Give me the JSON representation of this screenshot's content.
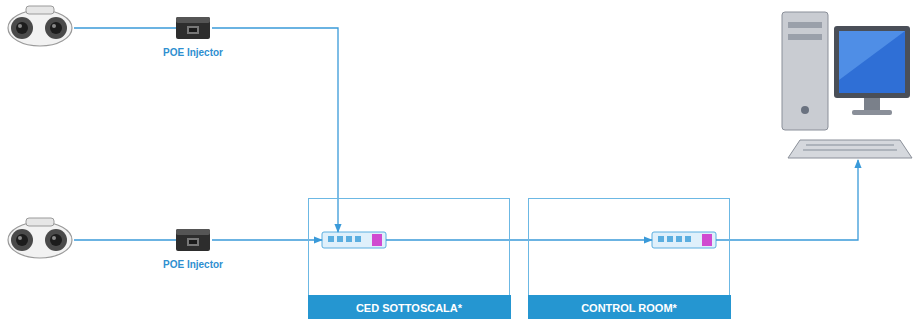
{
  "diagram": {
    "nodes": [
      {
        "text": [
          "POE Injector"
        ]
      },
      {
        "text": [
          "POE Injector"
        ]
      },
      {
        "text": [
          "CED SOTTOSCALA*"
        ]
      },
      {
        "text": [
          "CONTROL ROOM*"
        ]
      }
    ],
    "edges": [
      {
        "from": 0,
        "to": 2,
        "arrow": "to"
      },
      {
        "from": 1,
        "to": 2,
        "arrow": "to"
      },
      {
        "from": 2,
        "to": 3,
        "arrow": "to"
      }
    ]
  }
}
